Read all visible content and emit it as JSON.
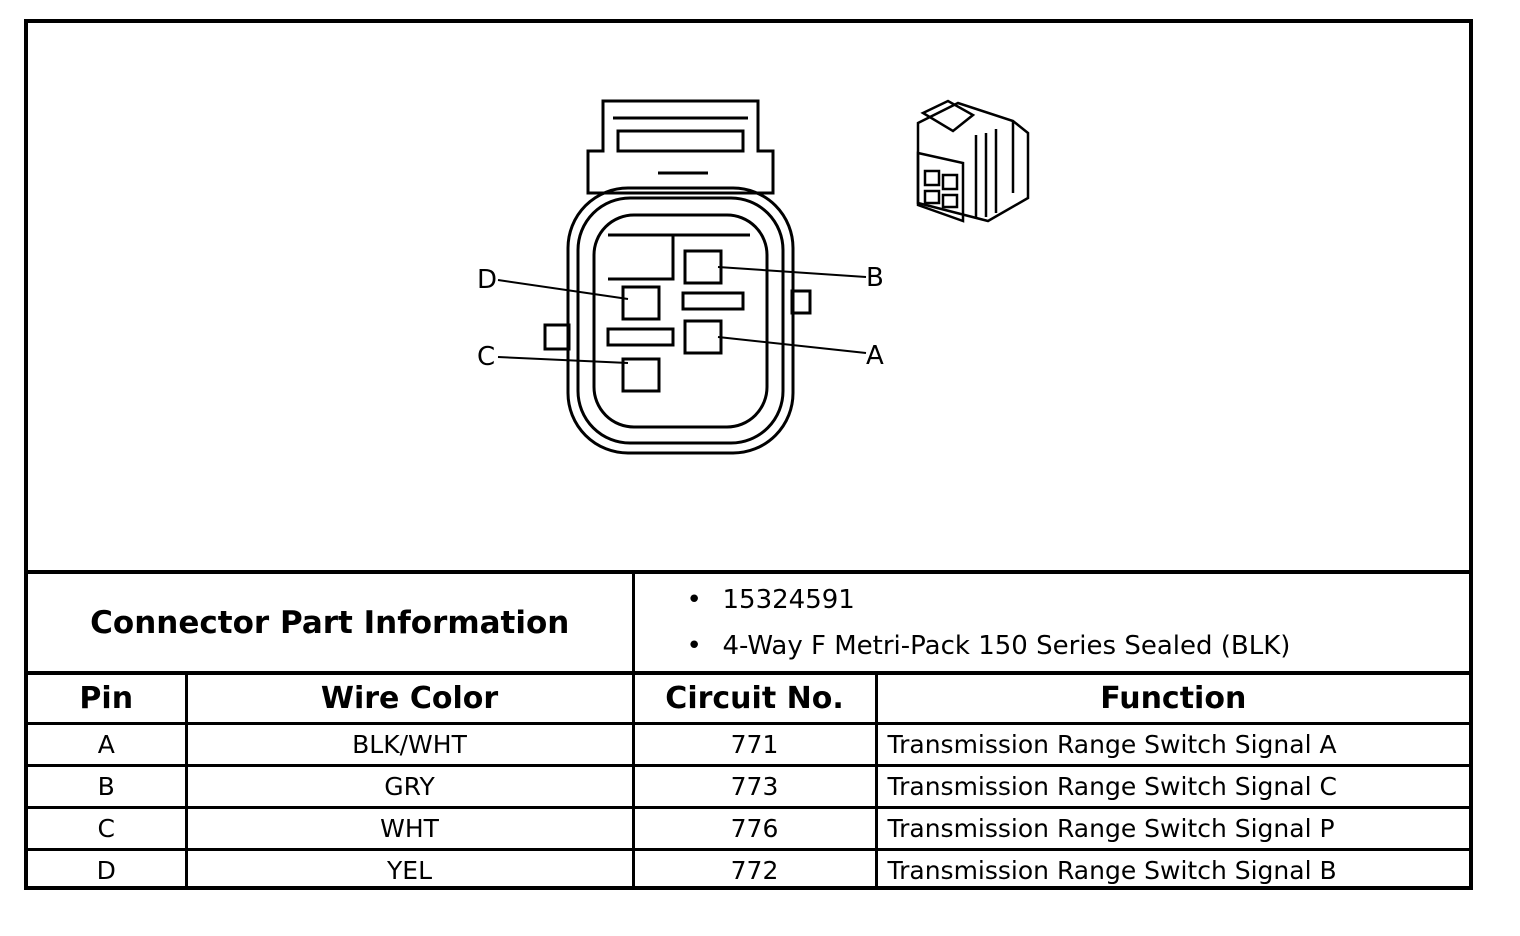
{
  "diagram": {
    "pin_labels": [
      "A",
      "B",
      "C",
      "D"
    ]
  },
  "connector_info": {
    "label": "Connector Part Information",
    "items": [
      "15324591",
      "4-Way F Metri-Pack 150 Series Sealed (BLK)"
    ]
  },
  "table": {
    "headers": [
      "Pin",
      "Wire Color",
      "Circuit No.",
      "Function"
    ],
    "rows": [
      [
        "A",
        "BLK/WHT",
        "771",
        "Transmission Range Switch Signal A"
      ],
      [
        "B",
        "GRY",
        "773",
        "Transmission Range Switch Signal C"
      ],
      [
        "C",
        "WHT",
        "776",
        "Transmission Range Switch Signal P"
      ],
      [
        "D",
        "YEL",
        "772",
        "Transmission Range Switch Signal B"
      ]
    ]
  }
}
